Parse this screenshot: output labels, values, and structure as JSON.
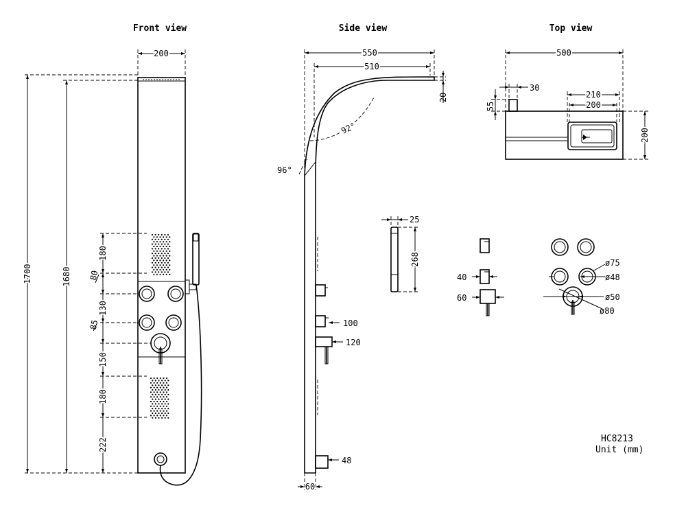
{
  "views": {
    "front": "Front view",
    "side": "Side view",
    "top": "Top view"
  },
  "front_dims": {
    "width": "200",
    "total_height": "1700",
    "panel_height": "1680",
    "upper_jets": "180",
    "upper_gap": "80",
    "valve_spacing": "130",
    "lower_gap": "85",
    "mixer_spacing": "150",
    "lower_jets": "180",
    "bottom": "222"
  },
  "side_dims": {
    "reach_outer": "550",
    "reach_inner": "510",
    "head_thickness": "20",
    "arc_angle": "92°",
    "tilt_angle": "96°",
    "knob_depth": "100",
    "lever_depth": "120",
    "outlet_depth": "48",
    "base_depth": "60",
    "handset_width": "25",
    "handset_length": "268"
  },
  "top_dims": {
    "overall_width": "500",
    "knob_offset": "30",
    "knob_height": "55",
    "head_outer": "210",
    "head_inner": "200",
    "depth": "200"
  },
  "detail_dims": {
    "knob_depth": "40",
    "lever_depth": "60",
    "rosette_outer": "ø75",
    "knob_dia": "ø48",
    "lever_inner": "ø50",
    "lever_outer": "ø80"
  },
  "product": {
    "model": "HC8213",
    "unit": "Unit (mm)"
  }
}
